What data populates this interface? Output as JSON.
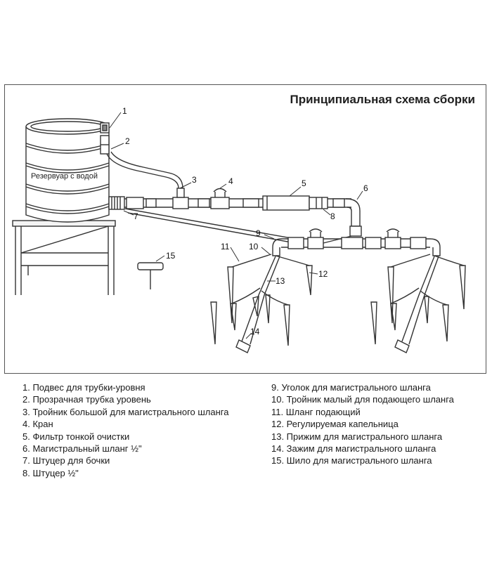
{
  "title": "Принципиальная схема сборки",
  "tank_label": "Резервуар с водой",
  "callout_numbers": [
    "1",
    "2",
    "3",
    "4",
    "5",
    "6",
    "7",
    "8",
    "9",
    "10",
    "11",
    "12",
    "13",
    "14",
    "15"
  ],
  "legend_left": [
    "1. Подвес для трубки-уровня",
    "2. Прозрачная трубка уровень",
    "3. Тройник большой для магистрального шланга",
    "4. Кран",
    "5. Фильтр тонкой очистки",
    "6. Магистральный шланг ½\"",
    "7. Штуцер для бочки",
    "8. Штуцер ½\""
  ],
  "legend_right": [
    "9. Уголок для магистрального шланга",
    "10. Тройник малый для подающего шланга",
    "11. Шланг подающий",
    "12. Регулируемая капельница",
    "13. Прижим для магистрального шланга",
    "14. Зажим для магистрального шланга",
    "15. Шило для магистрального шланга"
  ]
}
